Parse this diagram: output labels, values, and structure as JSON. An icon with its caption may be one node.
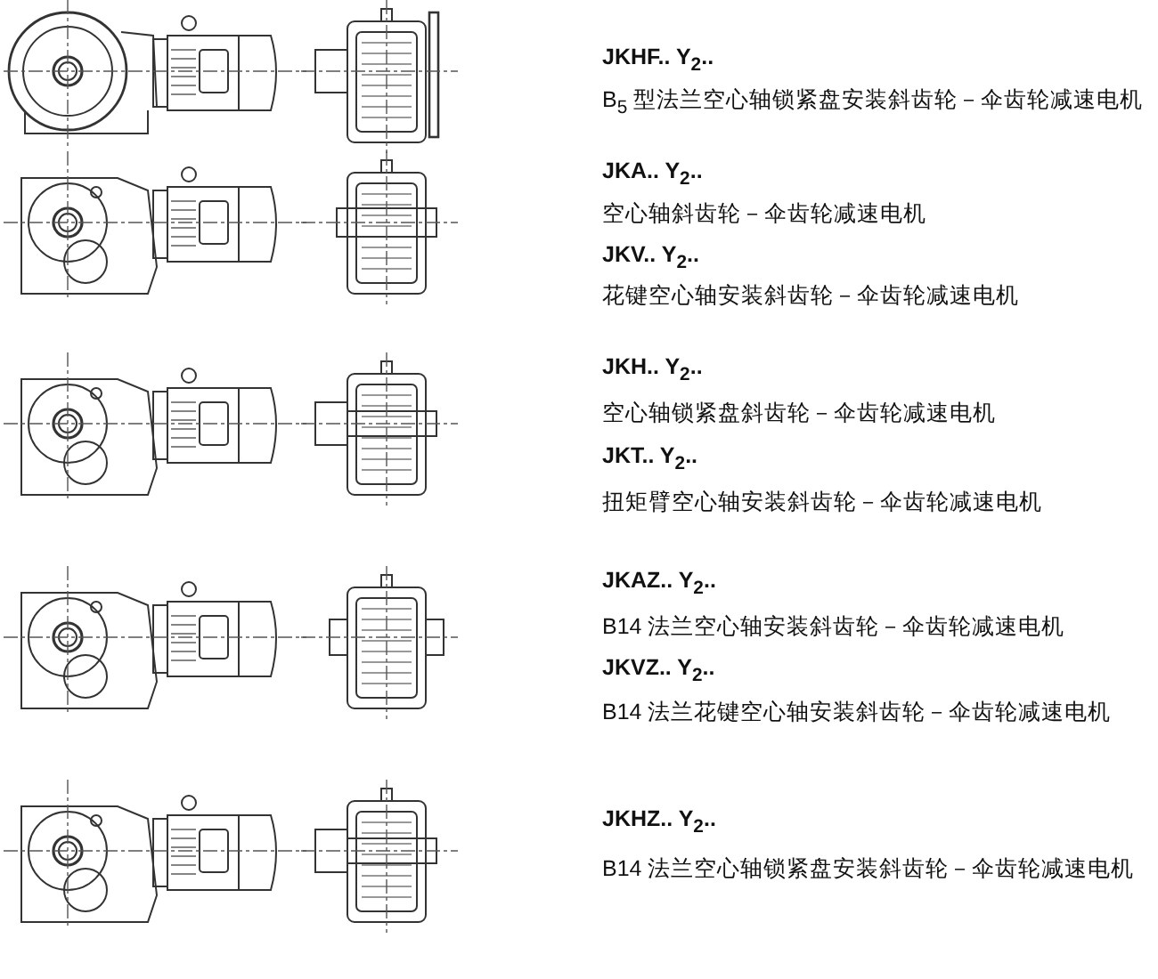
{
  "diagram": {
    "labels": [
      "JKHF.. Y$_{2}$..",
      "B$_{5}$ 型法兰空心轴锁紧盘安装斜齿轮－伞齿轮减速电机",
      "JKA.. Y$_{2}$..",
      "空心轴斜齿轮－伞齿轮减速电机",
      "JKV.. Y$_{2}$..",
      "花键空心轴安装斜齿轮－伞齿轮减速电机",
      "JKH.. Y$_{2}$..",
      "空心轴锁紧盘斜齿轮－伞齿轮减速电机",
      "JKT.. Y$_{2}$..",
      "扭矩臂空心轴安装斜齿轮－伞齿轮减速电机",
      "JKAZ.. Y$_{2}$..",
      "B14 法兰空心轴安装斜齿轮－伞齿轮减速电机",
      "JKVZ.. Y$_{2}$..",
      "B14 法兰花键空心轴安装斜齿轮－伞齿轮减速电机",
      "JKHZ.. Y$_{2}$..",
      "B14 法兰空心轴锁紧盘安装斜齿轮－伞齿轮减速电机"
    ]
  }
}
